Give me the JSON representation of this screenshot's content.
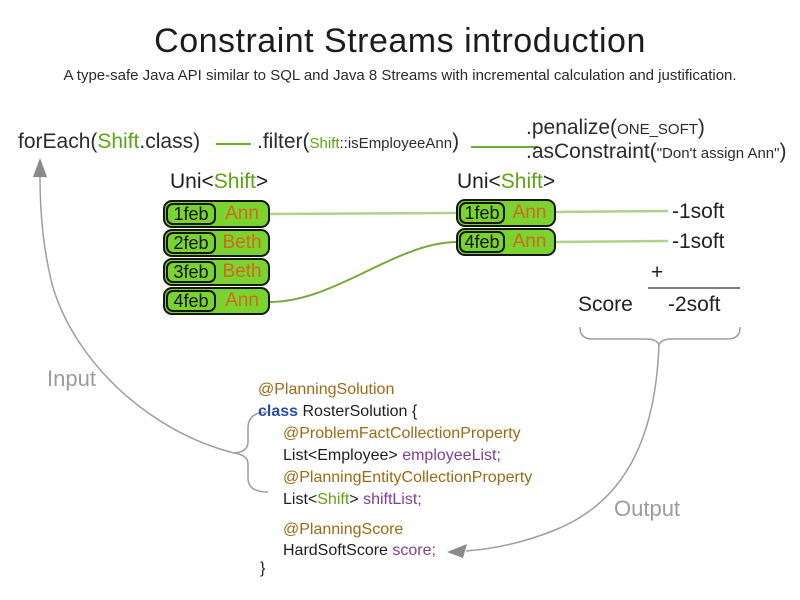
{
  "title": "Constraint Streams introduction",
  "subtitle": "A type-safe Java API similar to SQL and Java 8 Streams with incremental calculation and justification.",
  "flow": {
    "forEach": {
      "pre": "forEach(",
      "type": "Shift",
      "post": ".class)"
    },
    "filter": {
      "pre": ".filter(",
      "type": "Shift",
      "arg": "::isEmployeeAnn",
      "post": ")"
    },
    "penalize": {
      "pre": ".penalize(",
      "arg": "ONE_SOFT",
      "post": ")"
    },
    "asConstraint": {
      "pre": ".asConstraint(",
      "arg": "\"Don't assign Ann\"",
      "post": ")"
    }
  },
  "streams": {
    "left": {
      "label_pre": "Uni<",
      "label_type": "Shift",
      "label_post": ">",
      "rows": [
        {
          "date": "1feb",
          "name": "Ann"
        },
        {
          "date": "2feb",
          "name": "Beth"
        },
        {
          "date": "3feb",
          "name": "Beth"
        },
        {
          "date": "4feb",
          "name": "Ann"
        }
      ]
    },
    "right": {
      "label_pre": "Uni<",
      "label_type": "Shift",
      "label_post": ">",
      "rows": [
        {
          "date": "1feb",
          "name": "Ann"
        },
        {
          "date": "4feb",
          "name": "Ann"
        }
      ]
    }
  },
  "results": {
    "penalties": [
      "-1soft",
      "-1soft"
    ],
    "plus": "+",
    "score_label": "Score",
    "total": "-2soft"
  },
  "labels": {
    "input": "Input",
    "output": "Output"
  },
  "code": {
    "line1": "@PlanningSolution",
    "line2_kw": "class",
    "line2_rest": " RosterSolution {",
    "line3": "@ProblemFactCollectionProperty",
    "line4_pre": "List<Employee> ",
    "line4_field": "employeeList;",
    "line5": "@PlanningEntityCollectionProperty",
    "line6_pre": "List<",
    "line6_type": "Shift",
    "line6_mid": "> ",
    "line6_field": "shiftList;",
    "line7": "@PlanningScore",
    "line8_pre": "HardSoftScore ",
    "line8_field": "score;",
    "line9": "}"
  },
  "colors": {
    "box_green": "#7bd32f",
    "text_green": "#5ea314",
    "orange": "#d2691e",
    "annotation_brown": "#9c6a17",
    "keyword_blue": "#2b4e9e",
    "field_purple": "#7d3f98",
    "light_green_line": "#aed289",
    "mid_green_line": "#77a93d",
    "bright_green_line": "#68b229",
    "gray": "#9c9c9c"
  }
}
